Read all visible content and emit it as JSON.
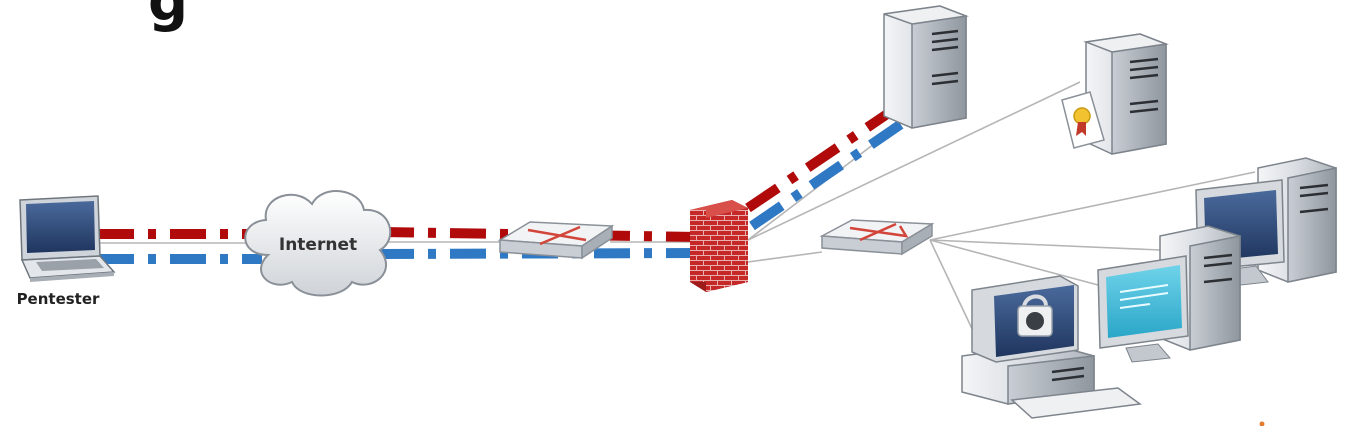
{
  "title_fragment": "g",
  "nodes": {
    "pentester": "Pentester",
    "internet": "Internet"
  },
  "paths": {
    "red_color": "#b00a0a",
    "blue_color": "#2f78c4"
  },
  "icons": [
    "laptop-icon",
    "cloud-icon",
    "router-icon",
    "firewall-icon",
    "server-icon",
    "certificate-server-icon",
    "switch-icon",
    "secure-workstation-icon",
    "monitor-icon",
    "desktop-tower-icon"
  ]
}
